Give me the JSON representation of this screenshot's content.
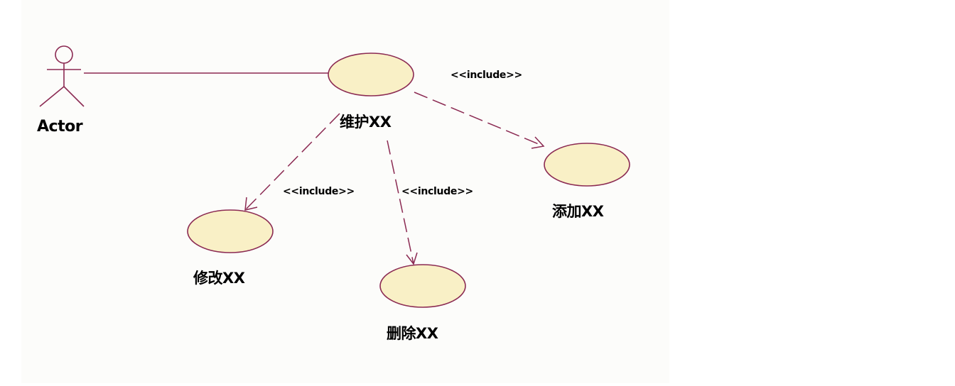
{
  "diagram": {
    "colors": {
      "line": "#8b2a52",
      "usecase_fill": "#f9f0c6",
      "usecase_stroke": "#8b2a52",
      "background": "#fcfcfa"
    },
    "actor": {
      "label": "Actor"
    },
    "use_cases": {
      "maintain": {
        "label": "维护XX"
      },
      "add": {
        "label": "添加XX"
      },
      "modify": {
        "label": "修改XX"
      },
      "delete": {
        "label": "删除XX"
      }
    },
    "relations": {
      "include_add": {
        "stereotype": "<<include>>"
      },
      "include_modify": {
        "stereotype": "<<include>>"
      },
      "include_delete": {
        "stereotype": "<<include>>"
      }
    }
  }
}
